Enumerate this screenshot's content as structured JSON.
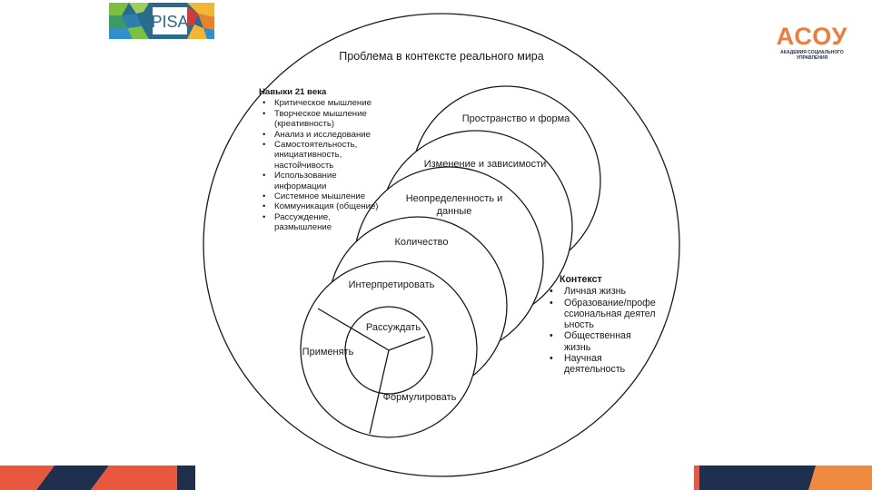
{
  "logos": {
    "pisa": {
      "text": "PISA",
      "colors": [
        "#2a6a8c",
        "#7bc043",
        "#f2b632",
        "#2f8fd1",
        "#d23a3a"
      ]
    },
    "acou": {
      "text": "АСОУ",
      "subtitle_line1": "АКАДЕМИЯ СОЦИАЛЬНОГО",
      "subtitle_line2": "УПРАВЛЕНИЯ",
      "color": "#ef7d3a",
      "subtitle_color": "#1f2f4e"
    }
  },
  "diagram": {
    "title": "Проблема в контексте реального мира",
    "circles": {
      "space_shape": "Пространство и форма",
      "change_relations": "Изменение и зависимости",
      "uncertainty_data_line1": "Неопределенность и",
      "uncertainty_data_line2": "данные",
      "quantity": "Количество",
      "interpret": "Интерпретировать",
      "reason": "Рассуждать",
      "apply": "Применять",
      "formulate": "Формулировать"
    },
    "skills": {
      "heading": "Навыки 21 века",
      "items": [
        "Критическое мышление",
        "Творческое мышление (креативность)",
        "Анализ и исследование",
        "Самостоятельность, инициативность, настойчивость",
        "Использование информации",
        "Системное мышление",
        "Коммуникация (общение)",
        "Рассуждение, размышление"
      ]
    },
    "context": {
      "heading": "Контекст",
      "items": [
        "Личная жизнь",
        "Образование/профессиональная деятельность",
        "Общественная жизнь",
        "Научная деятельность"
      ]
    }
  },
  "footer": {
    "colors": {
      "orange": "#e9583e",
      "navy": "#1f2f4e",
      "light_orange": "#ef8a3e"
    }
  }
}
